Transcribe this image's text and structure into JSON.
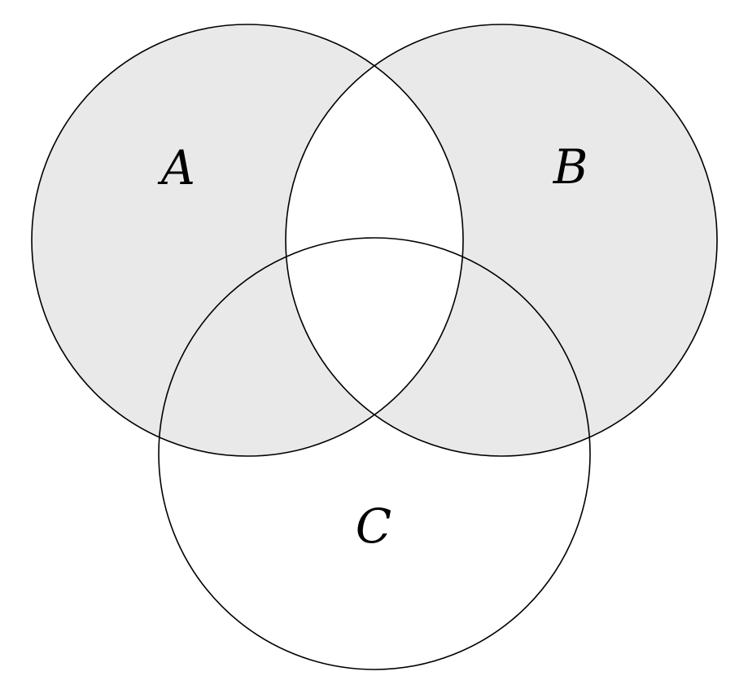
{
  "diagram": {
    "type": "venn-3-set",
    "sets": [
      {
        "label": "A"
      },
      {
        "label": "B"
      },
      {
        "label": "C"
      }
    ],
    "shading": {
      "shaded_regions": [
        "A only",
        "B only",
        "A and C only",
        "B and C only"
      ],
      "white_regions": [
        "A and B only",
        "A and B and C",
        "C only",
        "outside"
      ],
      "rule": "symmetric difference of A and B"
    },
    "colors": {
      "shaded_fill": "#e9e9e9",
      "stroke": "#000000",
      "background": "#ffffff",
      "label_color": "#000000"
    }
  }
}
